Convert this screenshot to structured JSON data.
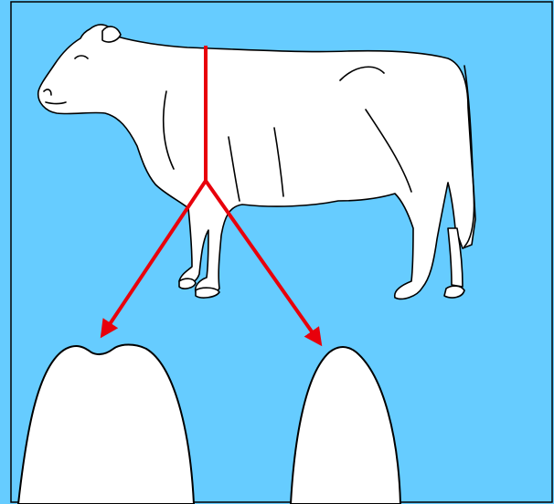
{
  "diagram": {
    "background_color": "#66CCFF",
    "outline_color": "#000000",
    "fill_color": "#FFFFFF",
    "arrow_color": "#E8000B",
    "subjects": {
      "main": "cow-side-view",
      "left_result": "notched-tooth-shape",
      "right_result": "rounded-tooth-shape"
    }
  }
}
